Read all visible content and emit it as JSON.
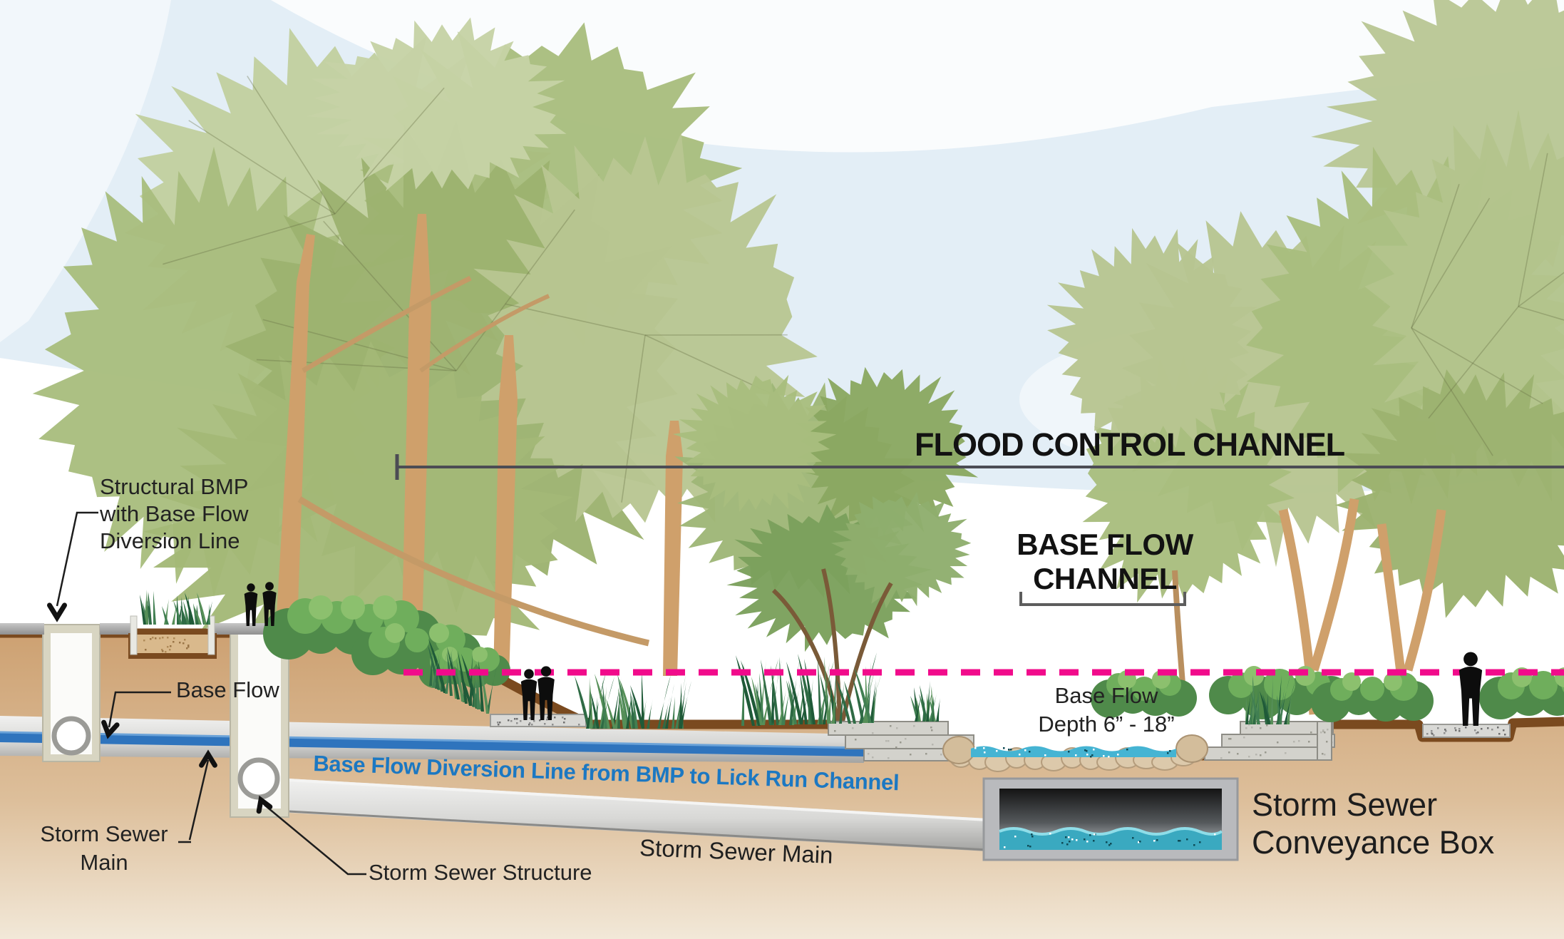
{
  "diagram": {
    "subject": "Flood control channel cross-section with base flow diversion",
    "labels": {
      "flood_control_channel": "FLOOD CONTROL CHANNEL",
      "base_flow_channel": {
        "line1": "BASE FLOW",
        "line2": "CHANNEL"
      },
      "structural_bmp": {
        "line1": "Structural BMP",
        "line2": "with Base Flow",
        "line3": "Diversion Line"
      },
      "base_flow": "Base Flow",
      "storm_sewer_main_left": {
        "line1": "Storm Sewer",
        "line2": "Main"
      },
      "storm_sewer_structure": "Storm Sewer Structure",
      "diversion_line": "Base Flow Diversion Line from BMP to Lick Run Channel",
      "storm_sewer_main": "Storm Sewer Main",
      "base_flow_depth": {
        "line1": "Base Flow",
        "line2": "Depth 6” - 18”"
      },
      "conveyance_box": {
        "line1": "Storm Sewer",
        "line2": "Conveyance Box"
      }
    },
    "colors": {
      "accent_magenta": "#f10b8b",
      "label_blue": "#1c78c2",
      "flood_line_gray": "#4c4c54",
      "leader_black": "#1d1d1d",
      "topsoil_brown": "#7a4a1f",
      "soil_tan": "#d2a87c",
      "soil_light": "#f2e8d8",
      "sky_blue": "#e3eef6",
      "canopy_light": "#c2cf9f",
      "canopy_mid": "#a9bd7e",
      "canopy_dark": "#8fa865",
      "trunk_tan": "#cfa06b",
      "bush_dark": "#4f8a4a",
      "bush_light": "#6fae5c",
      "grass_green": "#2f6b45",
      "pipe_gray": "#d8d8d6",
      "pipe_blue": "#2f74bd",
      "water_teal": "#45b4d3",
      "structure_beige": "#d8d5c2",
      "stone_gray": "#d3d2cc",
      "sidewalk_gray": "#a7a7a7",
      "silhouette_black": "#0d0d0d"
    }
  }
}
